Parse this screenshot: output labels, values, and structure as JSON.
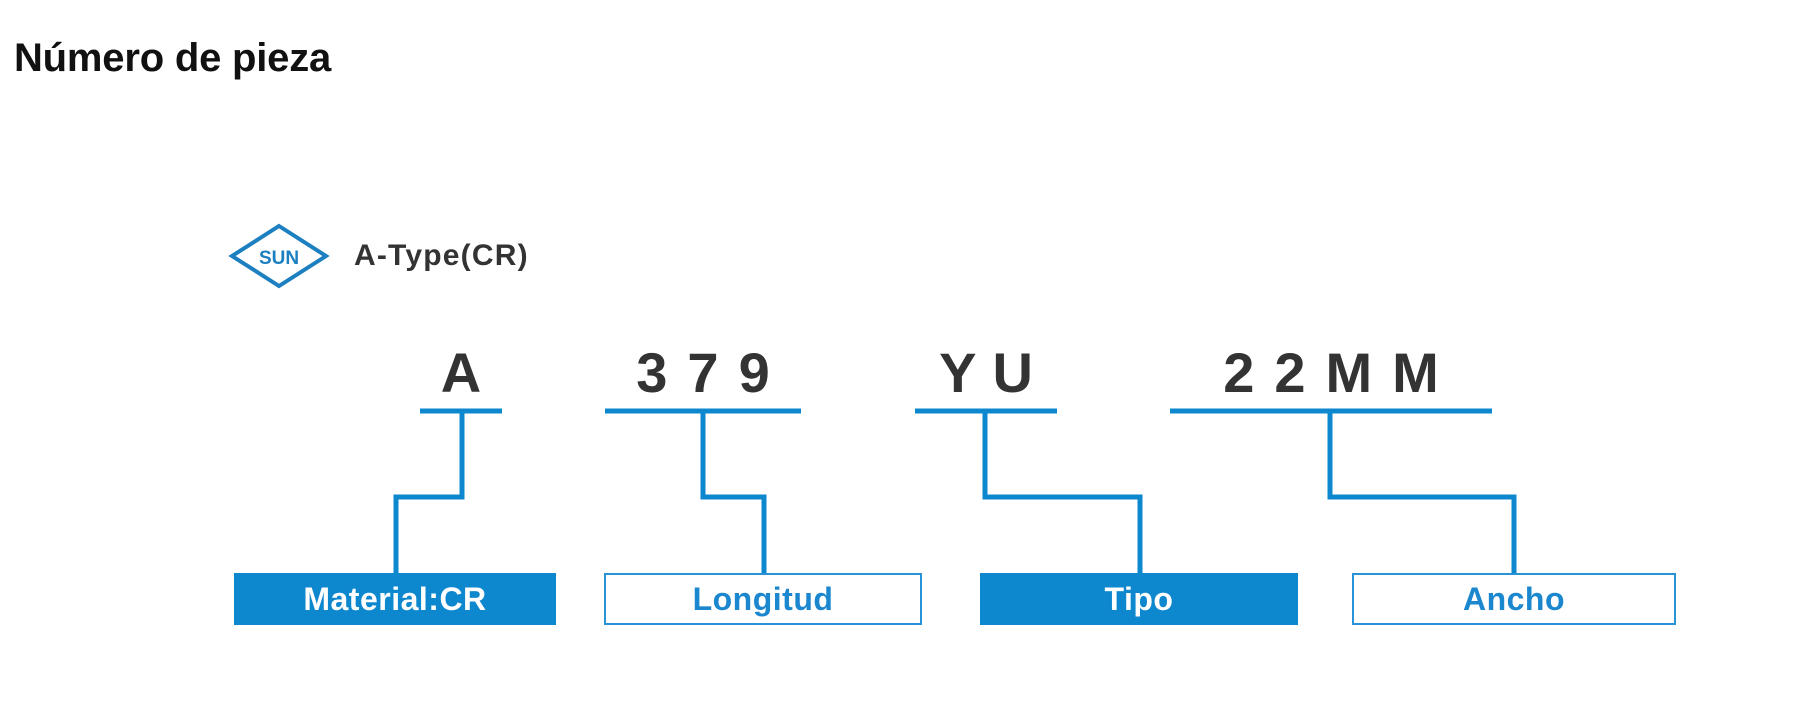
{
  "page": {
    "title": "Número de pieza",
    "background_color": "#ffffff",
    "accent_color": "#0d87ce",
    "text_color": "#333333"
  },
  "logo": {
    "mark_text": "SUN",
    "mark_shape": "diamond",
    "mark_color": "#1b7fc0",
    "caption": "A-Type(CR)"
  },
  "part_number": {
    "groups": [
      {
        "id": "material",
        "chars": [
          "A"
        ]
      },
      {
        "id": "length",
        "chars": [
          "3",
          "7",
          "9"
        ]
      },
      {
        "id": "type",
        "chars": [
          "Y",
          "U"
        ]
      },
      {
        "id": "width",
        "chars": [
          "2",
          "2",
          "M",
          "M"
        ]
      }
    ]
  },
  "labels": [
    {
      "id": "material",
      "text": "Material:CR",
      "style": "filled",
      "fill": "#0d87ce",
      "text_color": "#ffffff"
    },
    {
      "id": "length",
      "text": "Longitud",
      "style": "outlined",
      "fill": "#ffffff",
      "text_color": "#1b87cf"
    },
    {
      "id": "type",
      "text": "Tipo",
      "style": "filled",
      "fill": "#0d87ce",
      "text_color": "#ffffff"
    },
    {
      "id": "width",
      "text": "Ancho",
      "style": "outlined",
      "fill": "#ffffff",
      "text_color": "#1b87cf"
    }
  ]
}
